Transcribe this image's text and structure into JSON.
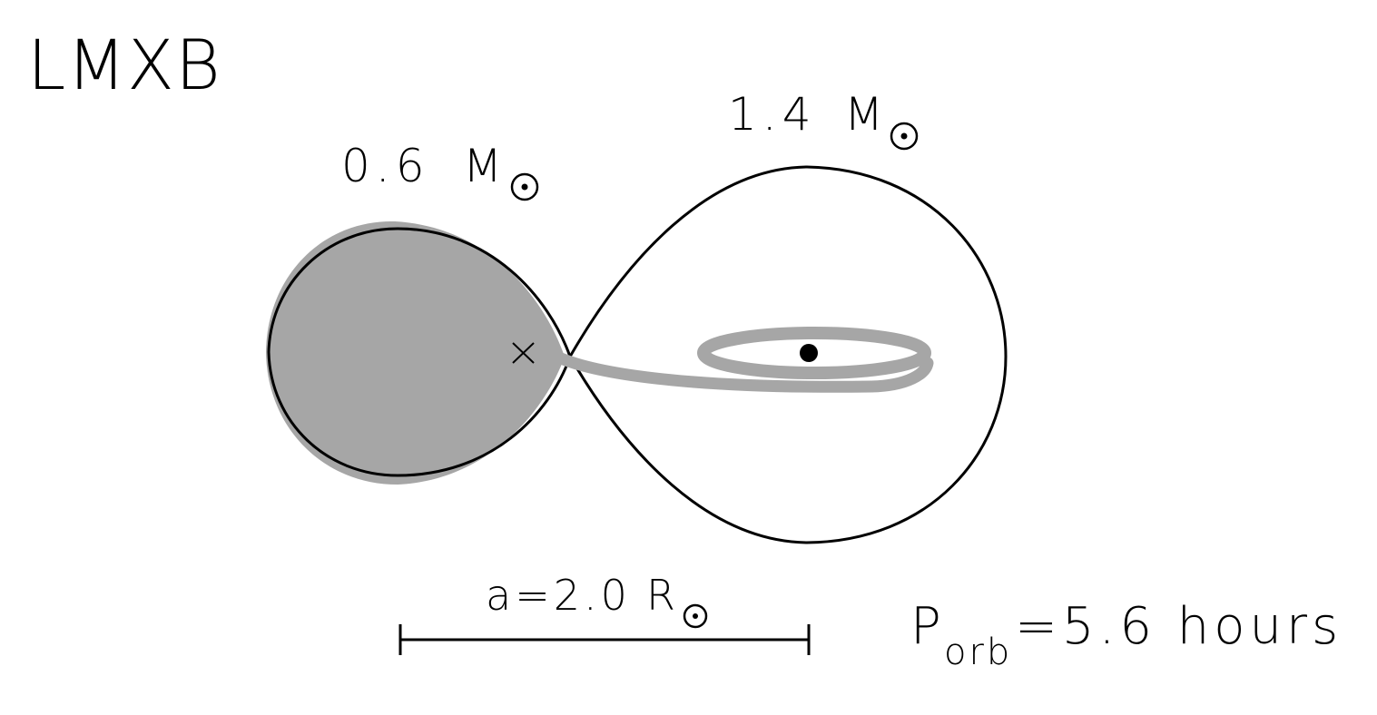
{
  "title": "LMXB",
  "donor": {
    "mass_value": "0.6",
    "mass_unit": "M",
    "fill_color": "#a6a6a6"
  },
  "accretor": {
    "mass_value": "1.4",
    "mass_unit": "M"
  },
  "separation": {
    "label": "a=2.0",
    "unit": "R"
  },
  "period": {
    "symbol": "P",
    "subscript": "orb",
    "value": "=5.6 hours"
  },
  "colors": {
    "outline": "#000000",
    "stream": "#a6a6a6"
  },
  "icons": [
    "sun-symbol-icon",
    "center-of-mass-cross-icon",
    "compact-object-dot-icon"
  ]
}
